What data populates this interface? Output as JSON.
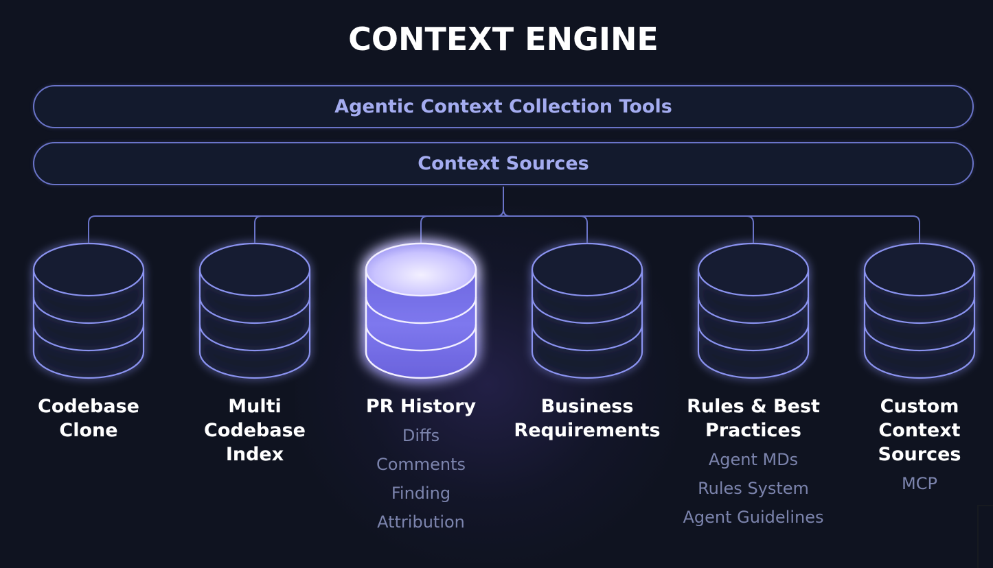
{
  "title": "CONTEXT ENGINE",
  "layers": {
    "tools": "Agentic Context Collection Tools",
    "sources": "Context Sources"
  },
  "colors": {
    "background": "#0f1320",
    "outline": "#6a74c9",
    "pill_text": "#a4acf0",
    "highlight_fill": "#7a74e6",
    "sub_text": "#7c84ad"
  },
  "sources": [
    {
      "id": "codebase-clone",
      "title_lines": [
        "Codebase",
        "Clone"
      ],
      "items": [],
      "highlighted": false
    },
    {
      "id": "multi-codebase-index",
      "title_lines": [
        "Multi",
        "Codebase",
        "Index"
      ],
      "items": [],
      "highlighted": false
    },
    {
      "id": "pr-history",
      "title_lines": [
        "PR History"
      ],
      "items": [
        "Diffs",
        "Comments",
        "Finding",
        "Attribution"
      ],
      "highlighted": true
    },
    {
      "id": "business-requirements",
      "title_lines": [
        "Business",
        "Requirements"
      ],
      "items": [],
      "highlighted": false
    },
    {
      "id": "rules-best-practices",
      "title_lines": [
        "Rules & Best",
        "Practices"
      ],
      "items": [
        "Agent MDs",
        "Rules System",
        "Agent Guidelines"
      ],
      "highlighted": false
    },
    {
      "id": "custom-context-sources",
      "title_lines": [
        "Custom",
        "Context",
        "Sources"
      ],
      "items": [
        "MCP"
      ],
      "highlighted": false
    }
  ]
}
